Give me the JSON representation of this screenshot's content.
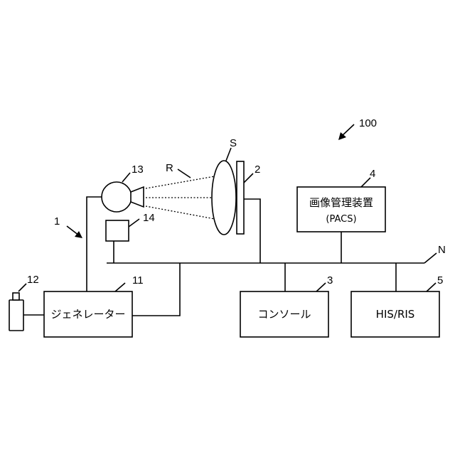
{
  "labels": {
    "system": "100",
    "radiography_unit": "1",
    "detector": "2",
    "console_ref": "3",
    "pacs_ref": "4",
    "his_ris_ref": "5",
    "generator_ref": "11",
    "switch_ref": "12",
    "xray_tube_ref": "13",
    "collimator_ctrl_ref": "14",
    "subject": "S",
    "radiation": "R",
    "network": "N"
  },
  "boxes": {
    "generator": "ジェネレーター",
    "console": "コンソール",
    "his_ris": "HIS/RIS",
    "pacs_line1": "画像管理装置",
    "pacs_line2": "(PACS)"
  }
}
